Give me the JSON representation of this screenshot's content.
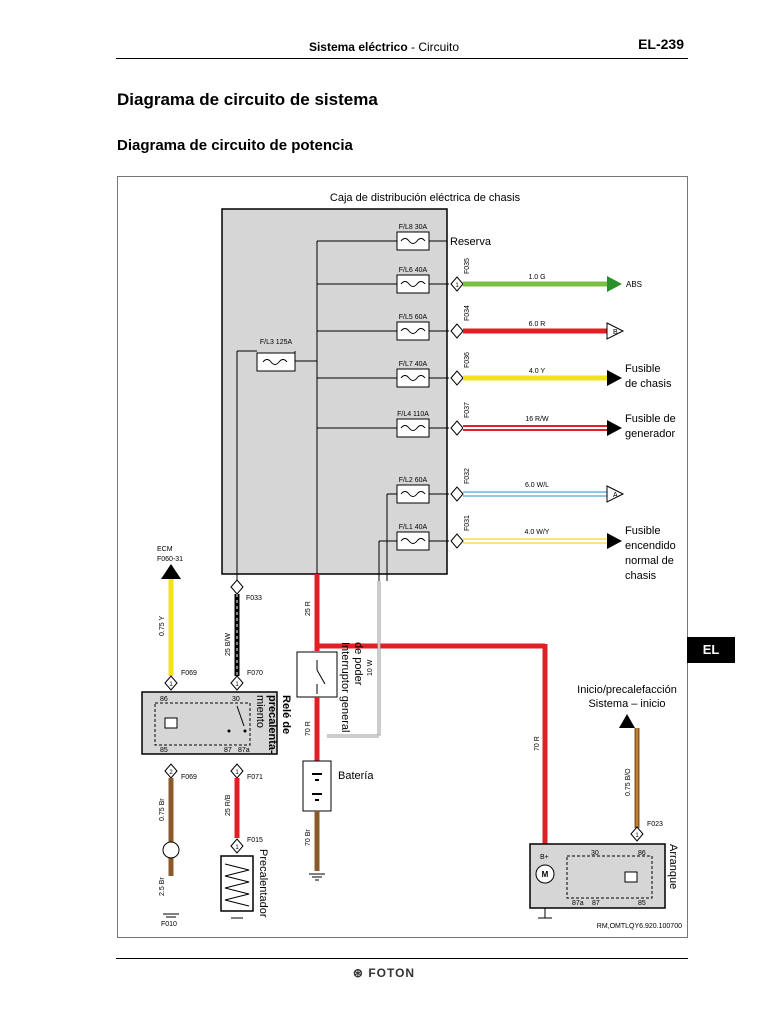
{
  "header": {
    "section_bold": "Sistema eléctrico",
    "section_sep": " - ",
    "section_rest": "Circuito",
    "page": "EL-239"
  },
  "title": "Diagrama de circuito de sistema",
  "subtitle": "Diagrama de circuito de potencia",
  "tab": "EL",
  "footer": {
    "brand": "FOTON"
  },
  "diagram": {
    "box_label": "Caja de distribución eléctrica de chasis",
    "fuses": {
      "fl8": "F/L8 30A",
      "fl6": "F/L6 40A",
      "fl5": "F/L5 60A",
      "fl7": "F/L7 40A",
      "fl4": "F/L4 110A",
      "fl2": "F/L2 60A",
      "fl1": "F/L1 40A",
      "fl3": "F/L3 125A"
    },
    "reserva": "Reserva",
    "connectors": {
      "f035": "F035",
      "f034": "F034",
      "f036": "F036",
      "f037": "F037",
      "f032": "F032",
      "f031": "F031",
      "f033": "F033",
      "f069": "F069",
      "f070": "F070",
      "f071": "F071",
      "f015": "F015",
      "f010": "F010",
      "f023": "F023"
    },
    "wires": {
      "w_abs": "1.0 G",
      "w_b": "6.0 R",
      "w_chasis": "4.0 Y",
      "w_gen": "16 R/W",
      "w_a": "6.0 W/L",
      "w_enc": "4.0 W/Y",
      "w_25r": "25 R",
      "w_075y": "0.75 Y",
      "w_25bw": "25 B/W",
      "w_10w": "10 W",
      "w_70r_a": "70 R",
      "w_70r_b": "70 R",
      "w_075br": "0.75 Br",
      "w_25br": "2.5 Br",
      "w_25rb": "25 R/B",
      "w_70br": "70 Br",
      "w_075bo": "0.75 B/O"
    },
    "targets": {
      "abs": "ABS",
      "b": "B",
      "a": "A",
      "chasis_1": "Fusible",
      "chasis_2": "de chasis",
      "gen_1": "Fusible de",
      "gen_2": "generador",
      "enc_1": "Fusible",
      "enc_2": "encendido",
      "enc_3": "normal de",
      "enc_4": "chasis"
    },
    "ecm_1": "ECM",
    "ecm_2": "F060-31",
    "rele_1": "Relé de",
    "rele_2": "precalenta-",
    "rele_3": "miento",
    "int_1": "Interruptor general",
    "int_2": "de poder",
    "bateria": "Batería",
    "precalentador": "Precalentador",
    "arranque": "Arranque",
    "inicio_1": "Inicio/precalefacción",
    "inicio_2": "Sistema – inicio",
    "pins": {
      "p86": "86",
      "p30": "30",
      "p85": "85",
      "p87": "87",
      "p87a": "87a",
      "b_plus": "B+",
      "m": "M",
      "c1": "1",
      "c2": "2",
      "c3": "1",
      "c4": "1",
      "c5": "1",
      "c6": "1",
      "c7": "1",
      "c8": "1"
    },
    "reference": "RM,OMTLQY6.920.100700"
  }
}
